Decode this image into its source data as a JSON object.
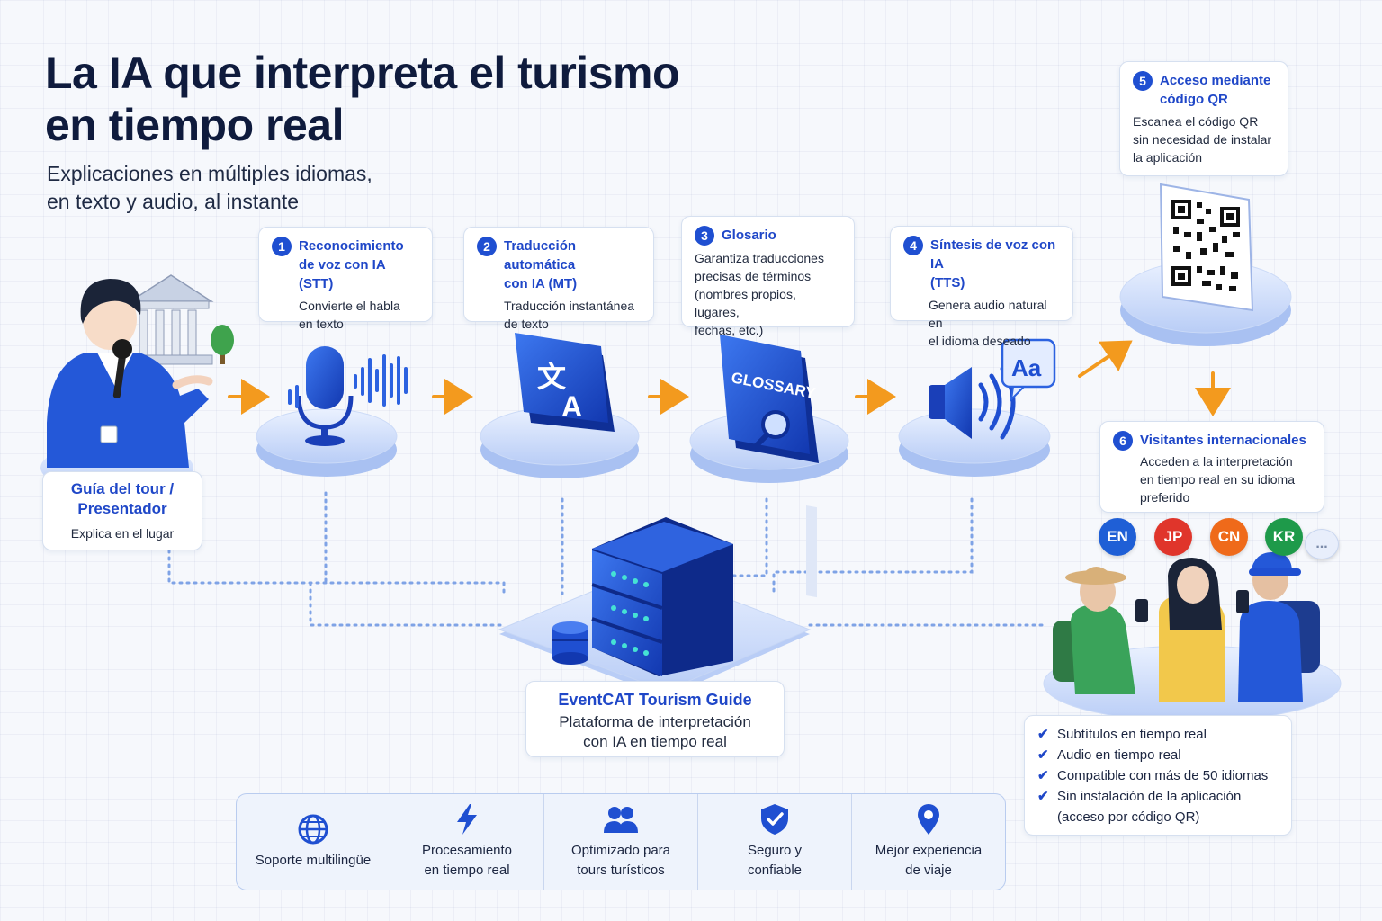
{
  "title_line1": "La IA que interpreta el turismo",
  "title_line2": "en tiempo real",
  "subtitle_line1": "Explicaciones en múltiples idiomas,",
  "subtitle_line2": "en texto y audio, al instante",
  "guide": {
    "title_line1": "Guía del tour /",
    "title_line2": "Presentador",
    "desc": "Explica en el lugar"
  },
  "steps": [
    {
      "num": "1",
      "title_line1": "Reconocimiento",
      "title_line2": "de voz con IA (STT)",
      "desc_line1": "Convierte el habla",
      "desc_line2": "en texto"
    },
    {
      "num": "2",
      "title_line1": "Traducción automática",
      "title_line2": "con IA (MT)",
      "desc_line1": "Traducción instantánea",
      "desc_line2": "de texto"
    },
    {
      "num": "3",
      "title_line1": "Glosario",
      "desc_line1": "Garantiza traducciones",
      "desc_line2": "precisas de términos",
      "desc_line3": "(nombres propios, lugares,",
      "desc_line4": "fechas, etc.)"
    },
    {
      "num": "4",
      "title_line1": "Síntesis de voz con IA",
      "title_line2": "(TTS)",
      "desc_line1": "Genera audio natural en",
      "desc_line2": "el idioma deseado"
    },
    {
      "num": "5",
      "title_line1": "Acceso mediante",
      "title_line2": "código QR",
      "desc_line1": "Escanea el código QR",
      "desc_line2": "sin necesidad de instalar",
      "desc_line3": "la aplicación"
    },
    {
      "num": "6",
      "title_line1": "Visitantes internacionales",
      "desc_line1": "Acceden a la interpretación",
      "desc_line2": "en tiempo real en su idioma",
      "desc_line3": "preferido"
    }
  ],
  "glossary_book_label": "GLOSSARY",
  "tts_bubble_label": "Aa",
  "languages": [
    {
      "code": "EN",
      "color": "#1f5fd6"
    },
    {
      "code": "JP",
      "color": "#e0352b"
    },
    {
      "code": "CN",
      "color": "#ef6a1a"
    },
    {
      "code": "KR",
      "color": "#1e9a4a"
    }
  ],
  "more_bubble": "...",
  "platform": {
    "name": "EventCAT Tourism Guide",
    "desc_line1": "Plataforma de interpretación",
    "desc_line2": "con IA en tiempo real"
  },
  "benefits": [
    "Subtítulos en tiempo real",
    "Audio en tiempo real",
    "Compatible con más de 50 idiomas",
    "Sin instalación de la aplicación",
    "(acceso por código QR)"
  ],
  "features": [
    {
      "icon": "globe-icon",
      "line1": "Soporte multilingüe",
      "line2": ""
    },
    {
      "icon": "lightning-icon",
      "line1": "Procesamiento",
      "line2": "en tiempo real"
    },
    {
      "icon": "users-icon",
      "line1": "Optimizado para",
      "line2": "tours turísticos"
    },
    {
      "icon": "shield-check-icon",
      "line1": "Seguro y",
      "line2": "confiable"
    },
    {
      "icon": "location-pin-icon",
      "line1": "Mejor experiencia",
      "line2": "de viaje"
    }
  ],
  "colors": {
    "primary": "#1f4fd1",
    "arrow": "#f39a1e",
    "title": "#0f1b3d",
    "connector": "#7fa3e6"
  }
}
